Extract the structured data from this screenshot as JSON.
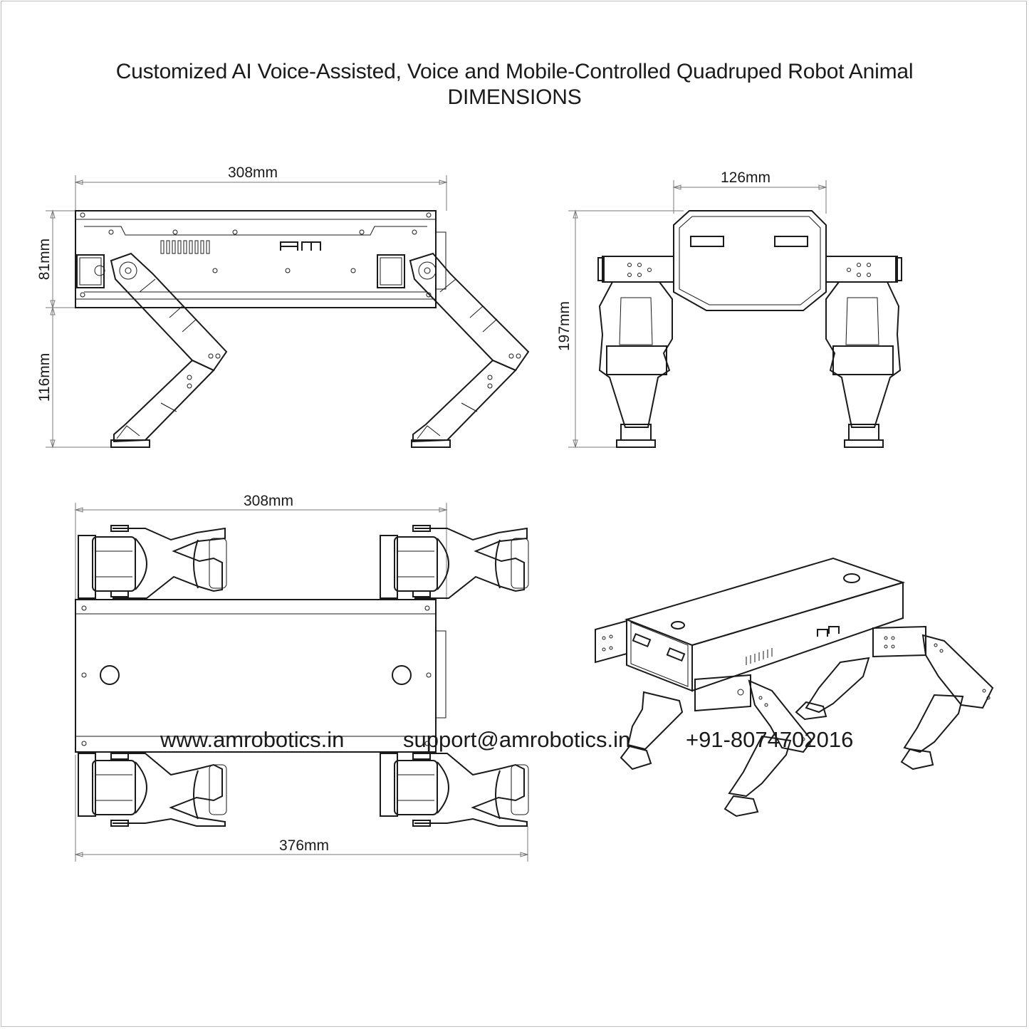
{
  "header": {
    "title_line1": "Customized AI Voice-Assisted, Voice and Mobile-Controlled Quadruped Robot Animal",
    "title_line2": "DIMENSIONS"
  },
  "side_view": {
    "length": "308mm",
    "body_height": "81mm",
    "leg_height": "116mm"
  },
  "front_view": {
    "width": "126mm",
    "total_height": "197mm"
  },
  "top_view": {
    "body_length": "308mm",
    "total_length": "376mm"
  },
  "footer": {
    "website": "www.amrobotics.in",
    "email": "support@amrobotics.in",
    "phone": "+91-8074702016"
  },
  "brand_mark": "AM"
}
